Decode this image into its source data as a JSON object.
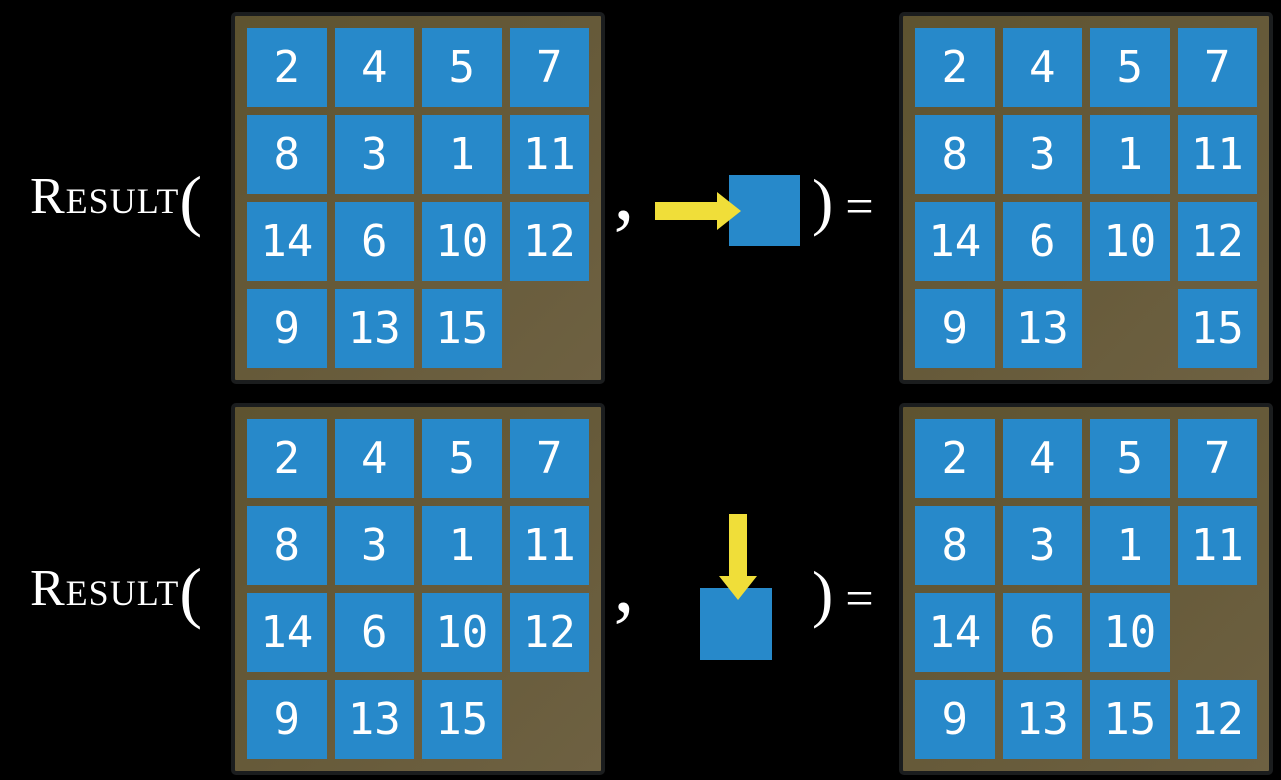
{
  "colors": {
    "background": "#000000",
    "tile_blue": "#2789ca",
    "board_brown": "#5e5330",
    "board_brown_light": "#6e6142",
    "board_border": "#1b1d1e",
    "arrow_yellow": "#f0de39",
    "text_white": "#ffffff"
  },
  "notation": {
    "function_name": "Result",
    "open_paren": "(",
    "comma": ",",
    "close_paren": ")",
    "equals": "="
  },
  "examples": [
    {
      "name": "slide-tile-right",
      "action_icon": "arrow-right-into-blank",
      "input_rows": [
        [
          "2",
          "4",
          "5",
          "7"
        ],
        [
          "8",
          "3",
          "1",
          "11"
        ],
        [
          "14",
          "6",
          "10",
          "12"
        ],
        [
          "9",
          "13",
          "15",
          ""
        ]
      ],
      "result_rows": [
        [
          "2",
          "4",
          "5",
          "7"
        ],
        [
          "8",
          "3",
          "1",
          "11"
        ],
        [
          "14",
          "6",
          "10",
          "12"
        ],
        [
          "9",
          "13",
          "",
          "15"
        ]
      ]
    },
    {
      "name": "slide-tile-down",
      "action_icon": "arrow-down-into-blank",
      "input_rows": [
        [
          "2",
          "4",
          "5",
          "7"
        ],
        [
          "8",
          "3",
          "1",
          "11"
        ],
        [
          "14",
          "6",
          "10",
          "12"
        ],
        [
          "9",
          "13",
          "15",
          ""
        ]
      ],
      "result_rows": [
        [
          "2",
          "4",
          "5",
          "7"
        ],
        [
          "8",
          "3",
          "1",
          "11"
        ],
        [
          "14",
          "6",
          "10",
          ""
        ],
        [
          "9",
          "13",
          "15",
          "12"
        ]
      ]
    }
  ]
}
